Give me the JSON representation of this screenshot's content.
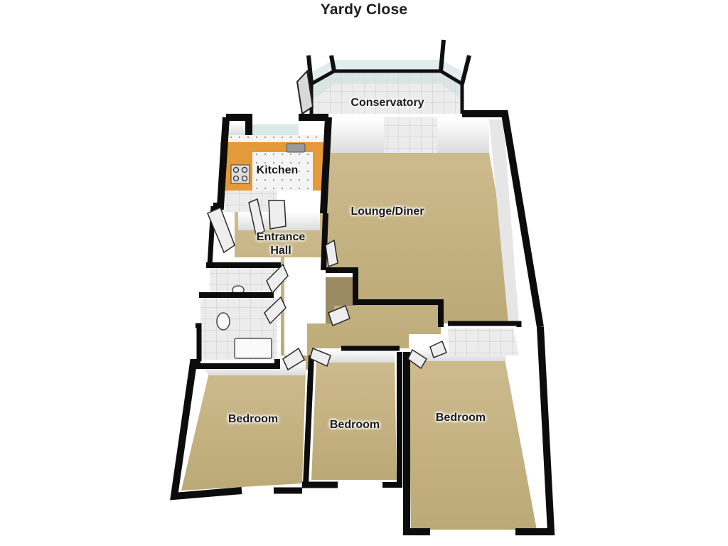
{
  "title": "Yardy Close",
  "rooms": {
    "conservatory": "Conservatory",
    "kitchen": "Kitchen",
    "lounge": "Lounge/Diner",
    "hall": "Entrance\nHall",
    "bedroom_1": "Bedroom",
    "bedroom_2": "Bedroom",
    "bedroom_3": "Bedroom"
  },
  "colors": {
    "carpet": "#c4b184",
    "carpet_shade": "#a99770",
    "wall": "#0d0d0d",
    "wall_face": "#f2f2f2",
    "tile": "#e7e7e7",
    "worktop": "#e39a3a",
    "glass": "#b9d6d2"
  }
}
